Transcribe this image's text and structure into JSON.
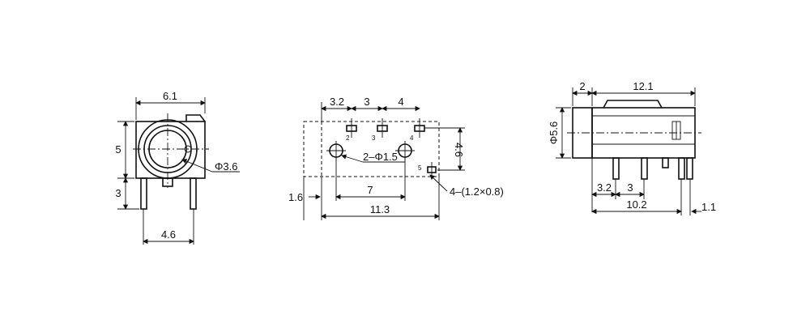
{
  "front_view": {
    "width": "6.1",
    "height_top": "5",
    "height_pins": "3",
    "bore_dia": "Φ3.6",
    "pin_span": "4.6"
  },
  "bottom_view": {
    "pitch_1": "3.2",
    "pitch_2": "3",
    "pitch_3": "4",
    "row_offset": "4.6",
    "hole_dia": "2–Φ1.5",
    "hole_pitch": "7",
    "edge_offset": "1.6",
    "total_length": "11.3",
    "pad_size": "4–(1.2×0.8)",
    "pin_labels": [
      "2",
      "3",
      "4",
      "5"
    ]
  },
  "side_view": {
    "collar": "2",
    "body_length": "12.1",
    "outer_dia": "Φ5.6",
    "pin_pitch_1": "3.2",
    "pin_pitch_2": "3",
    "pin_span": "10.2",
    "tail_offset": "1.1"
  }
}
